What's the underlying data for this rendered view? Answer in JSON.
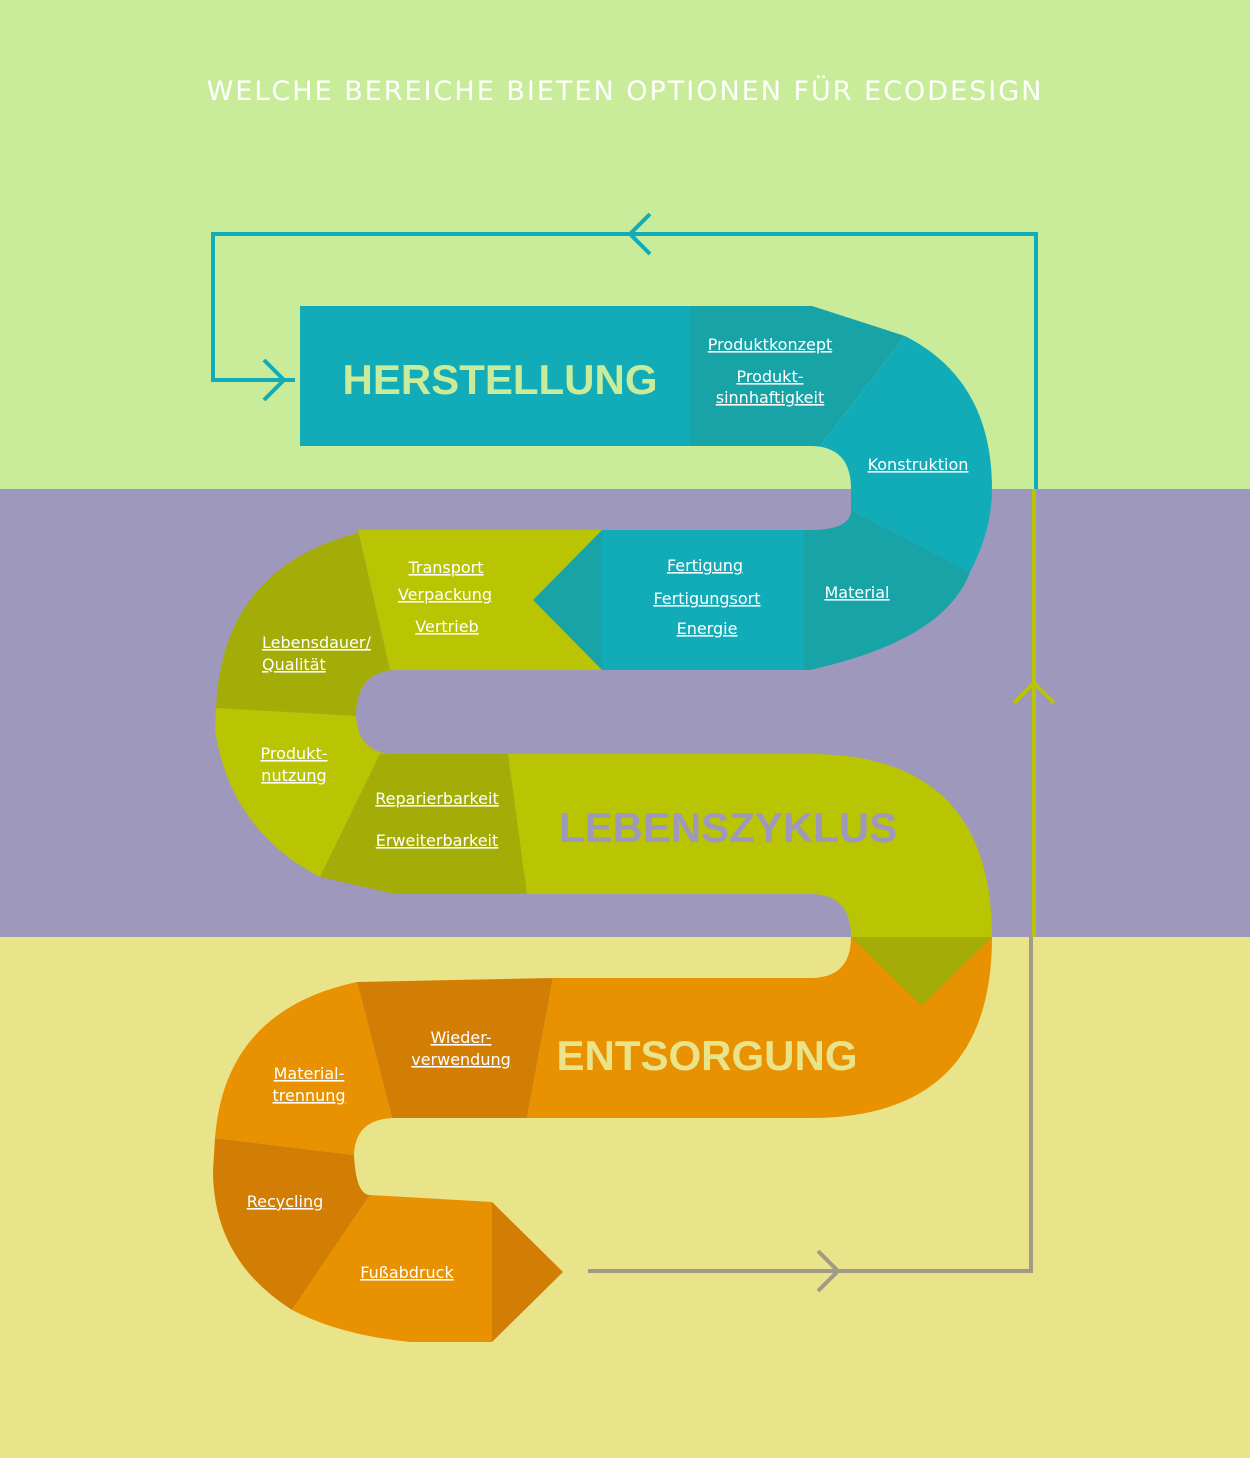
{
  "title": "WELCHE BEREICHE BIETEN OPTIONEN FÜR ECODESIGN",
  "colors": {
    "band_top": "#c9ec9b",
    "band_mid": "#9e98bc",
    "band_bot": "#e9e38a",
    "teal": "#12acb8",
    "teal_dark": "#18a4a7",
    "lime": "#b9c403",
    "lime_dark": "#a4ad08",
    "orange": "#e99201",
    "orange_dark": "#d27e04",
    "arrow_teal": "#12acb8",
    "arrow_lime": "#b9c403",
    "arrow_gray": "#a19a88"
  },
  "sections": {
    "herstellung": "HERSTELLUNG",
    "lebenszyklus": "LEBENSZYKLUS",
    "entsorgung": "ENTSORGUNG"
  },
  "labels": {
    "produktkonzept": "Produktkonzept",
    "sinnhaftigkeit_1": "Produkt-",
    "sinnhaftigkeit_2": "sinnhaftigkeit",
    "konstruktion": "Konstruktion",
    "material": "Material",
    "fertigung": "Fertigung",
    "fertigungsort": "Fertigungsort",
    "energie": "Energie",
    "transport": "Transport",
    "verpackung": "Verpackung",
    "vertrieb": "Vertrieb",
    "lebensdauer_1": "Lebensdauer/",
    "lebensdauer_2": "Qualität",
    "produktnutzung_1": "Produkt-",
    "produktnutzung_2": "nutzung",
    "reparierbarkeit": "Reparierbarkeit",
    "erweiterbarkeit": "Erweiterbarkeit",
    "wiederverwendung_1": "Wieder-",
    "wiederverwendung_2": "verwendung",
    "materialtrennung_1": "Material-",
    "materialtrennung_2": "trennung",
    "recycling": "Recycling",
    "fussabdruck": "Fußabdruck"
  }
}
